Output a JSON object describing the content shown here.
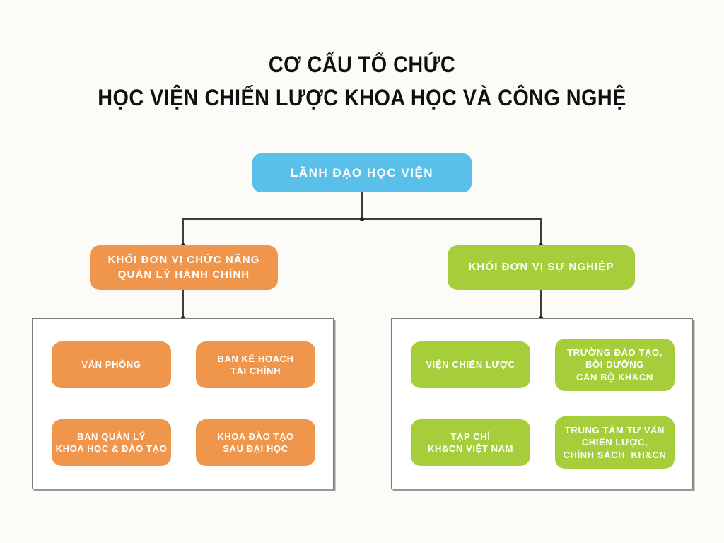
{
  "title": {
    "line1": "CƠ CẤU TỔ CHỨC",
    "line2": "HỌC VIỆN CHIẾN LƯỢC KHOA HỌC VÀ CÔNG NGHỆ"
  },
  "colors": {
    "background": "#FCFBF7",
    "root_blue": "#5BC0E9",
    "admin_orange": "#F0954C",
    "career_green": "#A6CE3B",
    "connector": "#3E3E3E",
    "dot": "#1F1F1F"
  },
  "root": {
    "label": "LÃNH ĐẠO HỌC VIỆN"
  },
  "branches": {
    "admin": {
      "label": [
        "KHỐI ĐƠN VỊ CHỨC NĂNG",
        "QUẢN LÝ HÀNH CHÍNH"
      ],
      "children": [
        {
          "lines": [
            "VĂN PHÒNG"
          ]
        },
        {
          "lines": [
            "BAN KẾ HOẠCH",
            "TÀI CHÍNH"
          ]
        },
        {
          "lines": [
            "BAN QUẢN LÝ",
            "KHOA HỌC & ĐÀO TẠO"
          ]
        },
        {
          "lines": [
            "KHOA ĐÀO TẠO",
            "SAU ĐẠI HỌC"
          ]
        }
      ]
    },
    "career": {
      "label": "KHỐI ĐƠN VỊ SỰ NGHIỆP",
      "children": [
        {
          "lines": [
            "VIỆN CHIẾN LƯỢC"
          ]
        },
        {
          "lines": [
            "TRƯỜNG ĐÀO TẠO,",
            "BỒI DƯỠNG",
            "CÁN BỘ KH&CN"
          ]
        },
        {
          "lines": [
            "TẠP CHÍ",
            "KH&CN VIỆT NAM"
          ]
        },
        {
          "lines": [
            "TRUNG TÂM TƯ VẤN",
            "CHIẾN LƯỢC,",
            "CHÍNH SÁCH  KH&CN"
          ]
        }
      ]
    }
  }
}
